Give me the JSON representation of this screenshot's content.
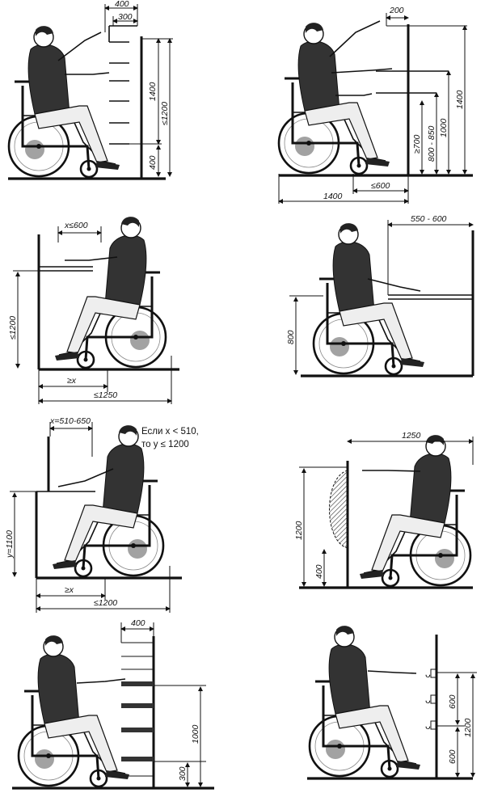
{
  "panels": {
    "p1": {
      "dims": [
        "400",
        "300",
        "1400",
        "≤1200",
        "400"
      ]
    },
    "p2": {
      "dims": [
        "200",
        "1400",
        "≥700",
        "800 - 850",
        "1000",
        "1400",
        "≤600"
      ]
    },
    "p3": {
      "dims": [
        "x≤600",
        "≤1200",
        "≥x",
        "≤1250"
      ]
    },
    "p4": {
      "dims": [
        "550 - 600",
        "800"
      ]
    },
    "p5": {
      "dims": [
        "x=510-650",
        "y=1100",
        "≥x",
        "≤1200"
      ],
      "note_line1": "Если x < 510,",
      "note_line2": "то y ≤ 1200"
    },
    "p6": {
      "dims": [
        "1250",
        "1200",
        "400"
      ]
    },
    "p7": {
      "dims": [
        "400",
        "1000",
        "300"
      ]
    },
    "p8": {
      "dims": [
        "600",
        "1200",
        "600"
      ]
    }
  }
}
